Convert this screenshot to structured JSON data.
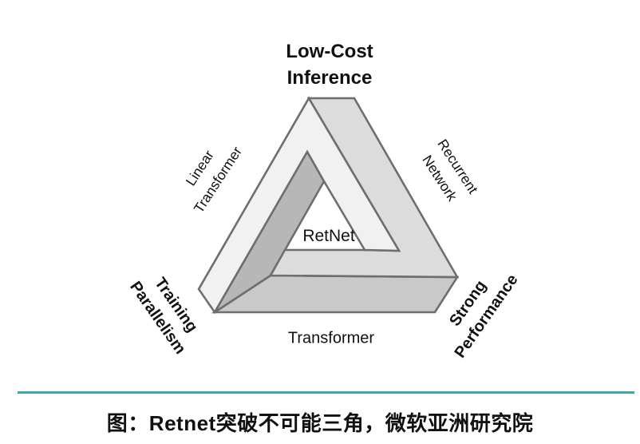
{
  "diagram": {
    "top_label": {
      "line1": "Low-Cost",
      "line2": "Inference"
    },
    "left_edge_label": {
      "line1": "Linear",
      "line2": "Transformer"
    },
    "right_edge_label": {
      "line1": "Recurrent",
      "line2": "Network"
    },
    "bottom_left_label": {
      "line1": "Training",
      "line2": "Parallelism"
    },
    "bottom_right_label": {
      "line1": "Strong",
      "line2": "Performance"
    },
    "center_label": "RetNet",
    "bottom_label": "Transformer"
  },
  "caption": {
    "text": "图：Retnet突破不可能三角，微软亚洲研究院"
  },
  "colors": {
    "left_bar": "#f1f1f1",
    "right_bar": "#dcdcdc",
    "bottom_bar": "#c9c9c9",
    "inner_wrap": "#b7b7b7",
    "outline": "#6e6e6e",
    "divider": "#45a6a6",
    "text": "#111111"
  }
}
